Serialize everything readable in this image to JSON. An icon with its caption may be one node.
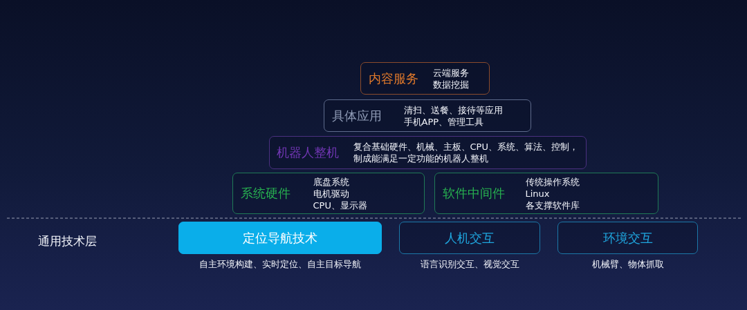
{
  "diagram": {
    "nodes": [
      {
        "text": [
          "内容服务",
          "云端服务",
          "数据挖掘"
        ]
      },
      {
        "text": [
          "具体应用",
          "清扫、送餐、接待等应用",
          "手机APP、管理工具"
        ]
      },
      {
        "text": [
          "机器人整机",
          "复合基础硬件、机械、主板、CPU、系统、算法、控制，制成能满足一定功能的机器人整机"
        ]
      },
      {
        "text": [
          "系统硬件",
          "底盘系统",
          "电机驱动",
          "CPU、显示器"
        ]
      },
      {
        "text": [
          "软件中间件",
          "传统操作系统",
          "Linux",
          "各支撑软件库"
        ]
      },
      {
        "text": [
          "定位导航技术"
        ],
        "beside": [
          "自主环境构建、实时定位、自主目标导航"
        ]
      },
      {
        "text": [
          "人机交互"
        ],
        "beside": [
          "语言识别交互、视觉交互"
        ]
      },
      {
        "text": [
          "环境交互"
        ],
        "beside": [
          "机械臂、物体抓取"
        ]
      }
    ],
    "labels": [
      "通用技术层"
    ]
  }
}
